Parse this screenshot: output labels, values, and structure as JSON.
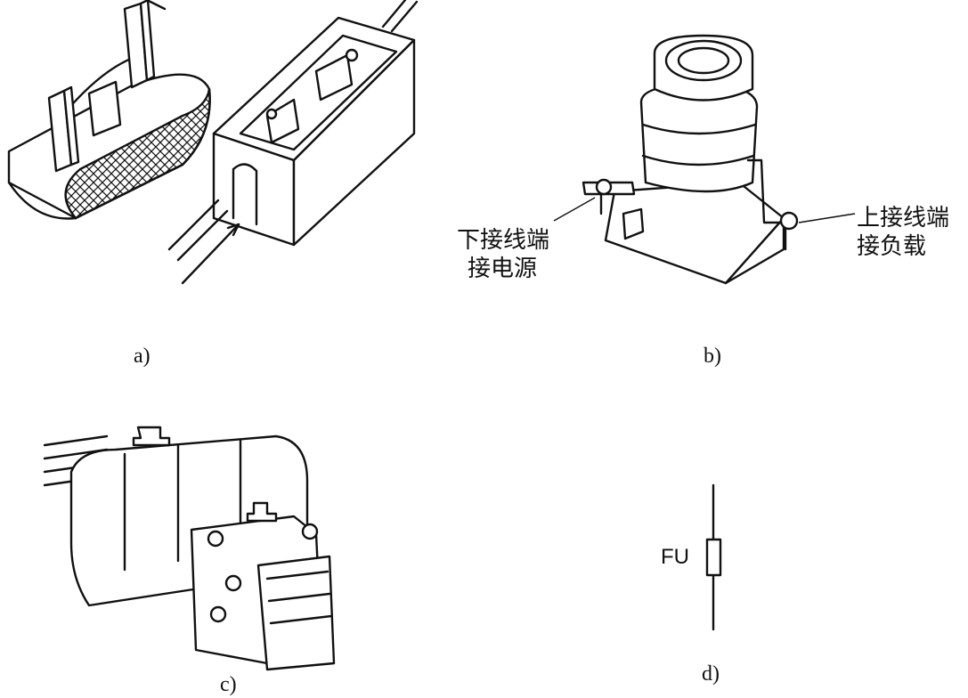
{
  "panels": {
    "a": {
      "caption": "a)"
    },
    "b": {
      "caption": "b)",
      "left_label_line1": "下接线端",
      "left_label_line2": "接电源",
      "right_label_line1": "上接线端",
      "right_label_line2": "接负载"
    },
    "c": {
      "caption": "c)"
    },
    "d": {
      "caption": "d)",
      "symbol_label": "FU"
    }
  }
}
